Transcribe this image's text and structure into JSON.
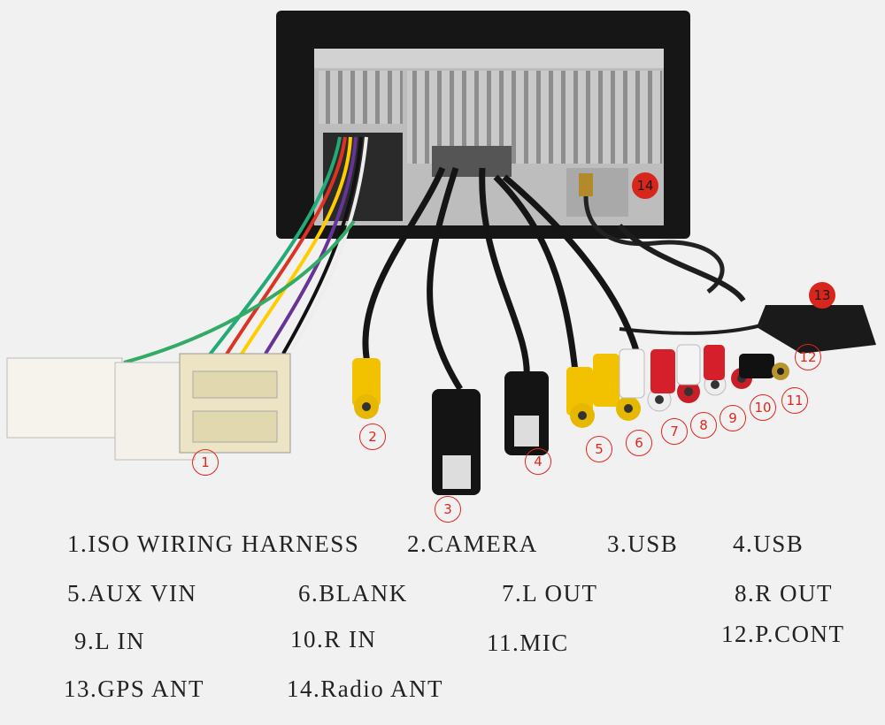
{
  "callouts": [
    {
      "id": 1,
      "label": "1"
    },
    {
      "id": 2,
      "label": "2"
    },
    {
      "id": 3,
      "label": "3"
    },
    {
      "id": 4,
      "label": "4"
    },
    {
      "id": 5,
      "label": "5"
    },
    {
      "id": 6,
      "label": "6"
    },
    {
      "id": 7,
      "label": "7"
    },
    {
      "id": 8,
      "label": "8"
    },
    {
      "id": 9,
      "label": "9"
    },
    {
      "id": 10,
      "label": "10"
    },
    {
      "id": 11,
      "label": "11"
    },
    {
      "id": 12,
      "label": "12"
    },
    {
      "id": 13,
      "label": "13"
    },
    {
      "id": 14,
      "label": "14"
    }
  ],
  "legend": [
    "1.ISO WIRING HARNESS",
    "2.CAMERA",
    "3.USB",
    "4.USB",
    "5.AUX VIN",
    "6.BLANK",
    "7.L OUT",
    "8.R OUT",
    "9.L IN",
    "10.R IN",
    "11.MIC",
    "12.P.CONT",
    "13.GPS ANT",
    "14.Radio ANT"
  ]
}
